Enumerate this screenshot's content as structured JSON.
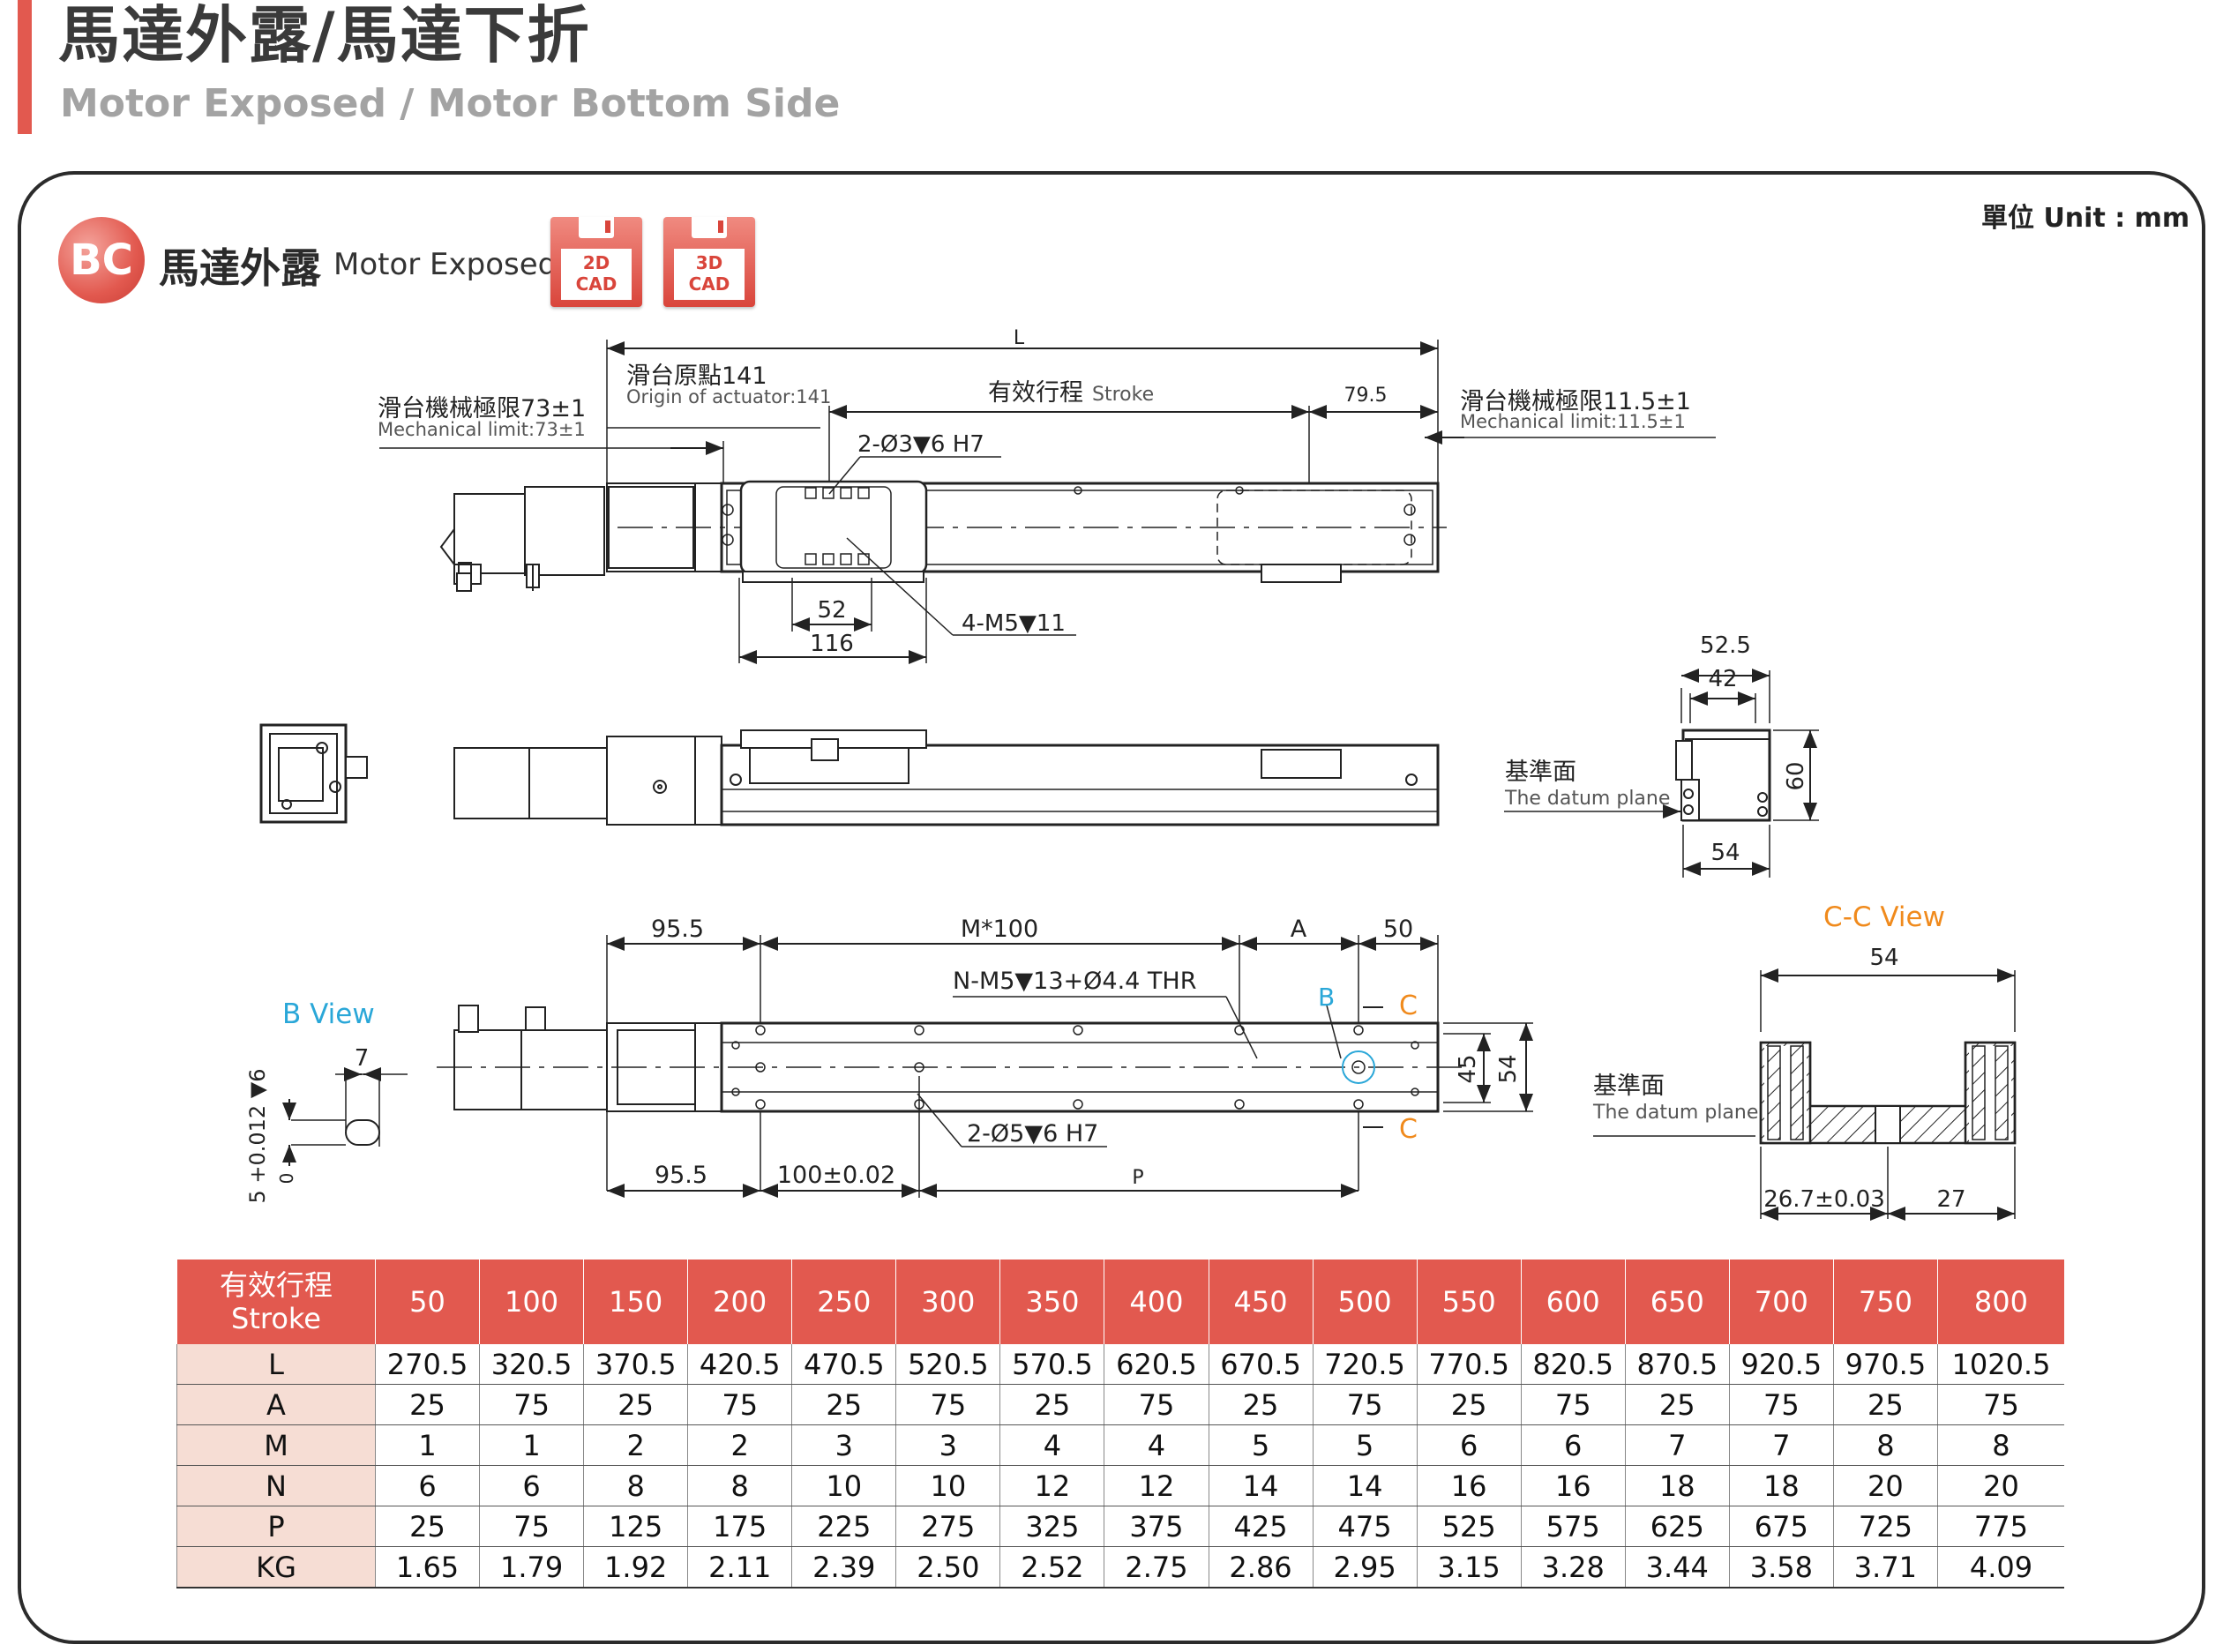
{
  "header": {
    "title": "馬達外露/馬達下折",
    "subtitle": "Motor Exposed / Motor Bottom Side"
  },
  "unit_label": "單位 Unit : mm",
  "section": {
    "badge": "BC",
    "title_cn": "馬達外露",
    "title_en": "Motor Exposed",
    "cad_buttons": [
      {
        "line1": "2D",
        "line2": "CAD"
      },
      {
        "line1": "3D",
        "line2": "CAD"
      }
    ]
  },
  "drawing": {
    "top_view": {
      "L": "L",
      "origin_cn": "滑台原點141",
      "origin_en": "Origin of actuator:141",
      "stroke_cn": "有效行程",
      "stroke_en": "Stroke",
      "right_gap": "79.5",
      "limit_left_cn": "滑台機械極限73±1",
      "limit_left_en": "Mechanical limit:73±1",
      "limit_right_cn": "滑台機械極限11.5±1",
      "limit_right_en": "Mechanical limit:11.5±1",
      "pin_holes": "2-Ø3▼6 H7",
      "tapped_holes": "4-M5▼11",
      "dim_52": "52",
      "dim_116": "116"
    },
    "end_view": {
      "datum_cn": "基準面",
      "datum_en": "The datum plane",
      "dim_525": "52.5",
      "dim_42": "42",
      "dim_60": "60",
      "dim_54": "54"
    },
    "bottom_view": {
      "dim_955_top": "95.5",
      "m100": "M*100",
      "a": "A",
      "dim_50": "50",
      "n_holes": "N-M5▼13+Ø4.4 THR",
      "b_mark": "B",
      "c_mark_top": "C",
      "c_mark_bottom": "C",
      "dim_45": "45",
      "dim_54": "54",
      "dowel_holes": "2-Ø5▼6 H7",
      "dim_955_bottom": "95.5",
      "dim_100": "100±0.02",
      "p": "P"
    },
    "b_view": {
      "title": "B View",
      "dim_7": "7",
      "dim_tol": "5 +0.012 ▼6",
      "dim_tol0": "0"
    },
    "cc_view": {
      "title": "C-C View",
      "dim_54": "54",
      "datum_cn": "基準面",
      "datum_en": "The datum plane",
      "dim_267": "26.7±0.03",
      "dim_27": "27"
    }
  },
  "spec_table": {
    "header_cn": "有效行程",
    "header_en": "Stroke",
    "strokes": [
      "50",
      "100",
      "150",
      "200",
      "250",
      "300",
      "350",
      "400",
      "450",
      "500",
      "550",
      "600",
      "650",
      "700",
      "750",
      "800"
    ],
    "rows": [
      {
        "label": "L",
        "values": [
          "270.5",
          "320.5",
          "370.5",
          "420.5",
          "470.5",
          "520.5",
          "570.5",
          "620.5",
          "670.5",
          "720.5",
          "770.5",
          "820.5",
          "870.5",
          "920.5",
          "970.5",
          "1020.5"
        ]
      },
      {
        "label": "A",
        "values": [
          "25",
          "75",
          "25",
          "75",
          "25",
          "75",
          "25",
          "75",
          "25",
          "75",
          "25",
          "75",
          "25",
          "75",
          "25",
          "75"
        ]
      },
      {
        "label": "M",
        "values": [
          "1",
          "1",
          "2",
          "2",
          "3",
          "3",
          "4",
          "4",
          "5",
          "5",
          "6",
          "6",
          "7",
          "7",
          "8",
          "8"
        ]
      },
      {
        "label": "N",
        "values": [
          "6",
          "6",
          "8",
          "8",
          "10",
          "10",
          "12",
          "12",
          "14",
          "14",
          "16",
          "16",
          "18",
          "18",
          "20",
          "20"
        ]
      },
      {
        "label": "P",
        "values": [
          "25",
          "75",
          "125",
          "175",
          "225",
          "275",
          "325",
          "375",
          "425",
          "475",
          "525",
          "575",
          "625",
          "675",
          "725",
          "775"
        ]
      },
      {
        "label": "KG",
        "values": [
          "1.65",
          "1.79",
          "1.92",
          "2.11",
          "2.39",
          "2.50",
          "2.52",
          "2.75",
          "2.86",
          "2.95",
          "3.15",
          "3.28",
          "3.44",
          "3.58",
          "3.71",
          "4.09"
        ]
      }
    ]
  },
  "colors": {
    "accent": "#e2594f",
    "row_header_bg": "#f6ddd4",
    "b_view_blue": "#2aa7d8",
    "cc_view_orange": "#f08a1c"
  }
}
